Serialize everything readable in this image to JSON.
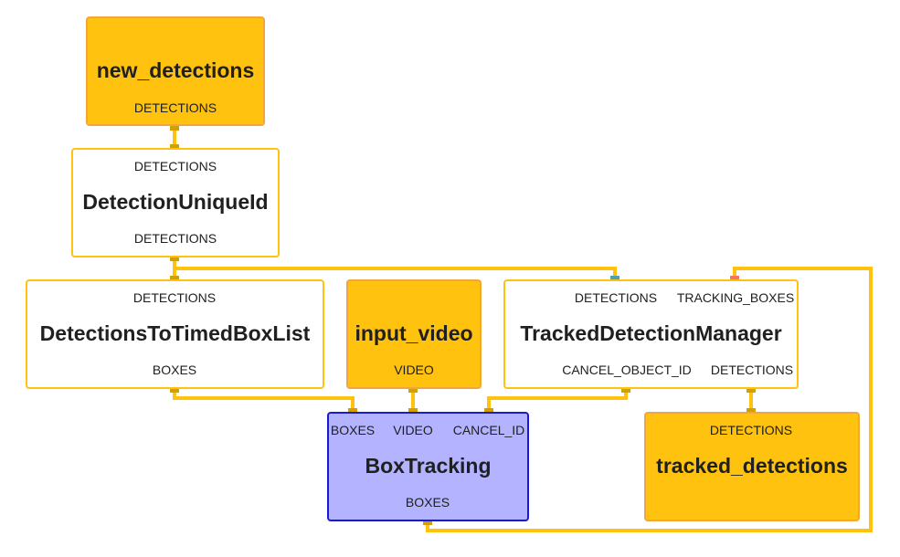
{
  "nodes": {
    "new_detections": {
      "title": "new_detections",
      "out": [
        "DETECTIONS"
      ]
    },
    "detection_unique_id": {
      "title": "DetectionUniqueId",
      "in": [
        "DETECTIONS"
      ],
      "out": [
        "DETECTIONS"
      ]
    },
    "detections_to_timed_box_list": {
      "title": "DetectionsToTimedBoxList",
      "in": [
        "DETECTIONS"
      ],
      "out": [
        "BOXES"
      ]
    },
    "input_video": {
      "title": "input_video",
      "out": [
        "VIDEO"
      ]
    },
    "tracked_detection_manager": {
      "title": "TrackedDetectionManager",
      "in": [
        "DETECTIONS",
        "TRACKING_BOXES"
      ],
      "out": [
        "CANCEL_OBJECT_ID",
        "DETECTIONS"
      ]
    },
    "box_tracking": {
      "title": "BoxTracking",
      "in": [
        "BOXES",
        "VIDEO",
        "CANCEL_ID"
      ],
      "out": [
        "BOXES"
      ]
    },
    "tracked_detections": {
      "title": "tracked_detections",
      "in": [
        "DETECTIONS"
      ]
    }
  },
  "colors": {
    "edge": "#ffc20e",
    "port_marker": "#d4a000",
    "stream_fill": "#ffc20e",
    "stream_border": "#f2a63a",
    "calc_border": "#ffc20e",
    "tracking_fill": "#b3b3ff",
    "tracking_border": "#1a1ad6",
    "back_edge_detections_marker": "#4aa3b5",
    "back_edge_tracking_marker": "#f07860"
  }
}
